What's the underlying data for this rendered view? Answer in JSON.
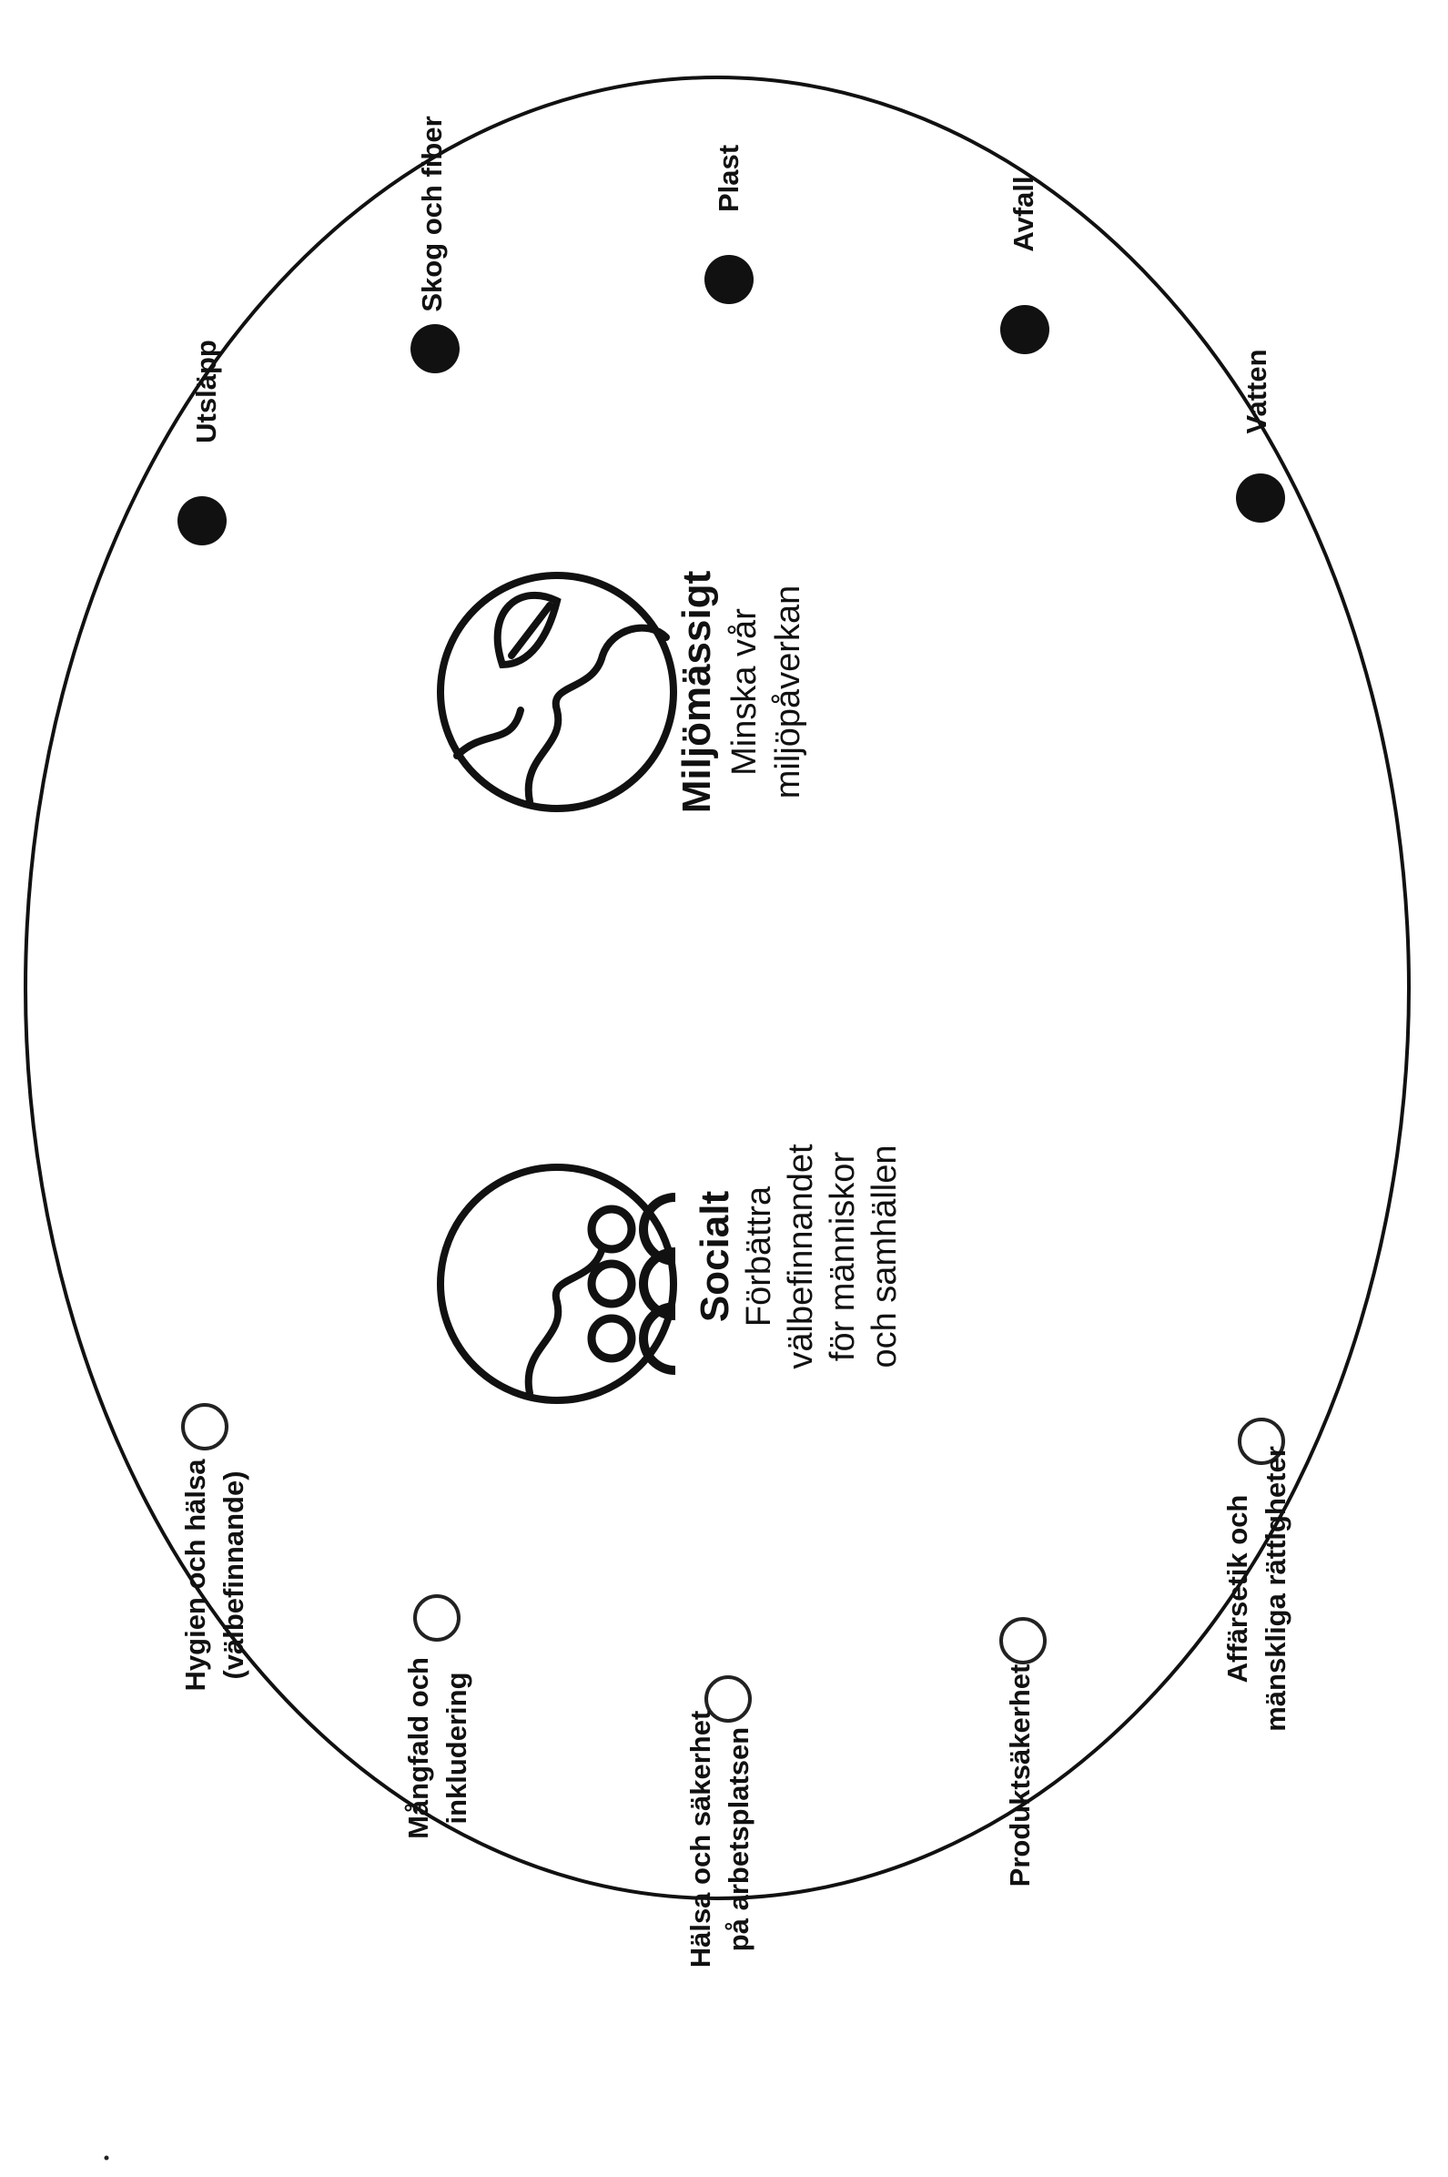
{
  "environmental": {
    "title": "Miljömässigt",
    "subtitle_lines": [
      "Minska vår",
      "miljöpåverkan"
    ],
    "icon": "earth-leaf-icon",
    "dot_color": "#111111",
    "topics": [
      {
        "id": "utslapp",
        "label_lines": [
          "Utsläpp"
        ]
      },
      {
        "id": "skog",
        "label_lines": [
          "Skog och fiber"
        ]
      },
      {
        "id": "plast",
        "label_lines": [
          "Plast"
        ]
      },
      {
        "id": "avfall",
        "label_lines": [
          "Avfall"
        ]
      },
      {
        "id": "vatten",
        "label_lines": [
          "Vatten"
        ]
      }
    ]
  },
  "social": {
    "title": "Socialt",
    "subtitle_lines": [
      "Förbättra",
      "välbefinnandet",
      "för människor",
      "och samhällen"
    ],
    "icon": "earth-people-icon",
    "dot_color": "#ffffff",
    "topics": [
      {
        "id": "hygien",
        "label_lines": [
          "Hygien och hälsa",
          "(välbefinnande)"
        ]
      },
      {
        "id": "mangfald",
        "label_lines": [
          "Mångfald och",
          "inkludering"
        ]
      },
      {
        "id": "halsa",
        "label_lines": [
          "Hälsa och säkerhet",
          "på arbetsplatsen"
        ]
      },
      {
        "id": "produkt",
        "label_lines": [
          "Produktsäkerhet"
        ]
      },
      {
        "id": "affarsetik",
        "label_lines": [
          "Affärsetik och",
          "mänskliga rättigheter"
        ]
      }
    ]
  }
}
